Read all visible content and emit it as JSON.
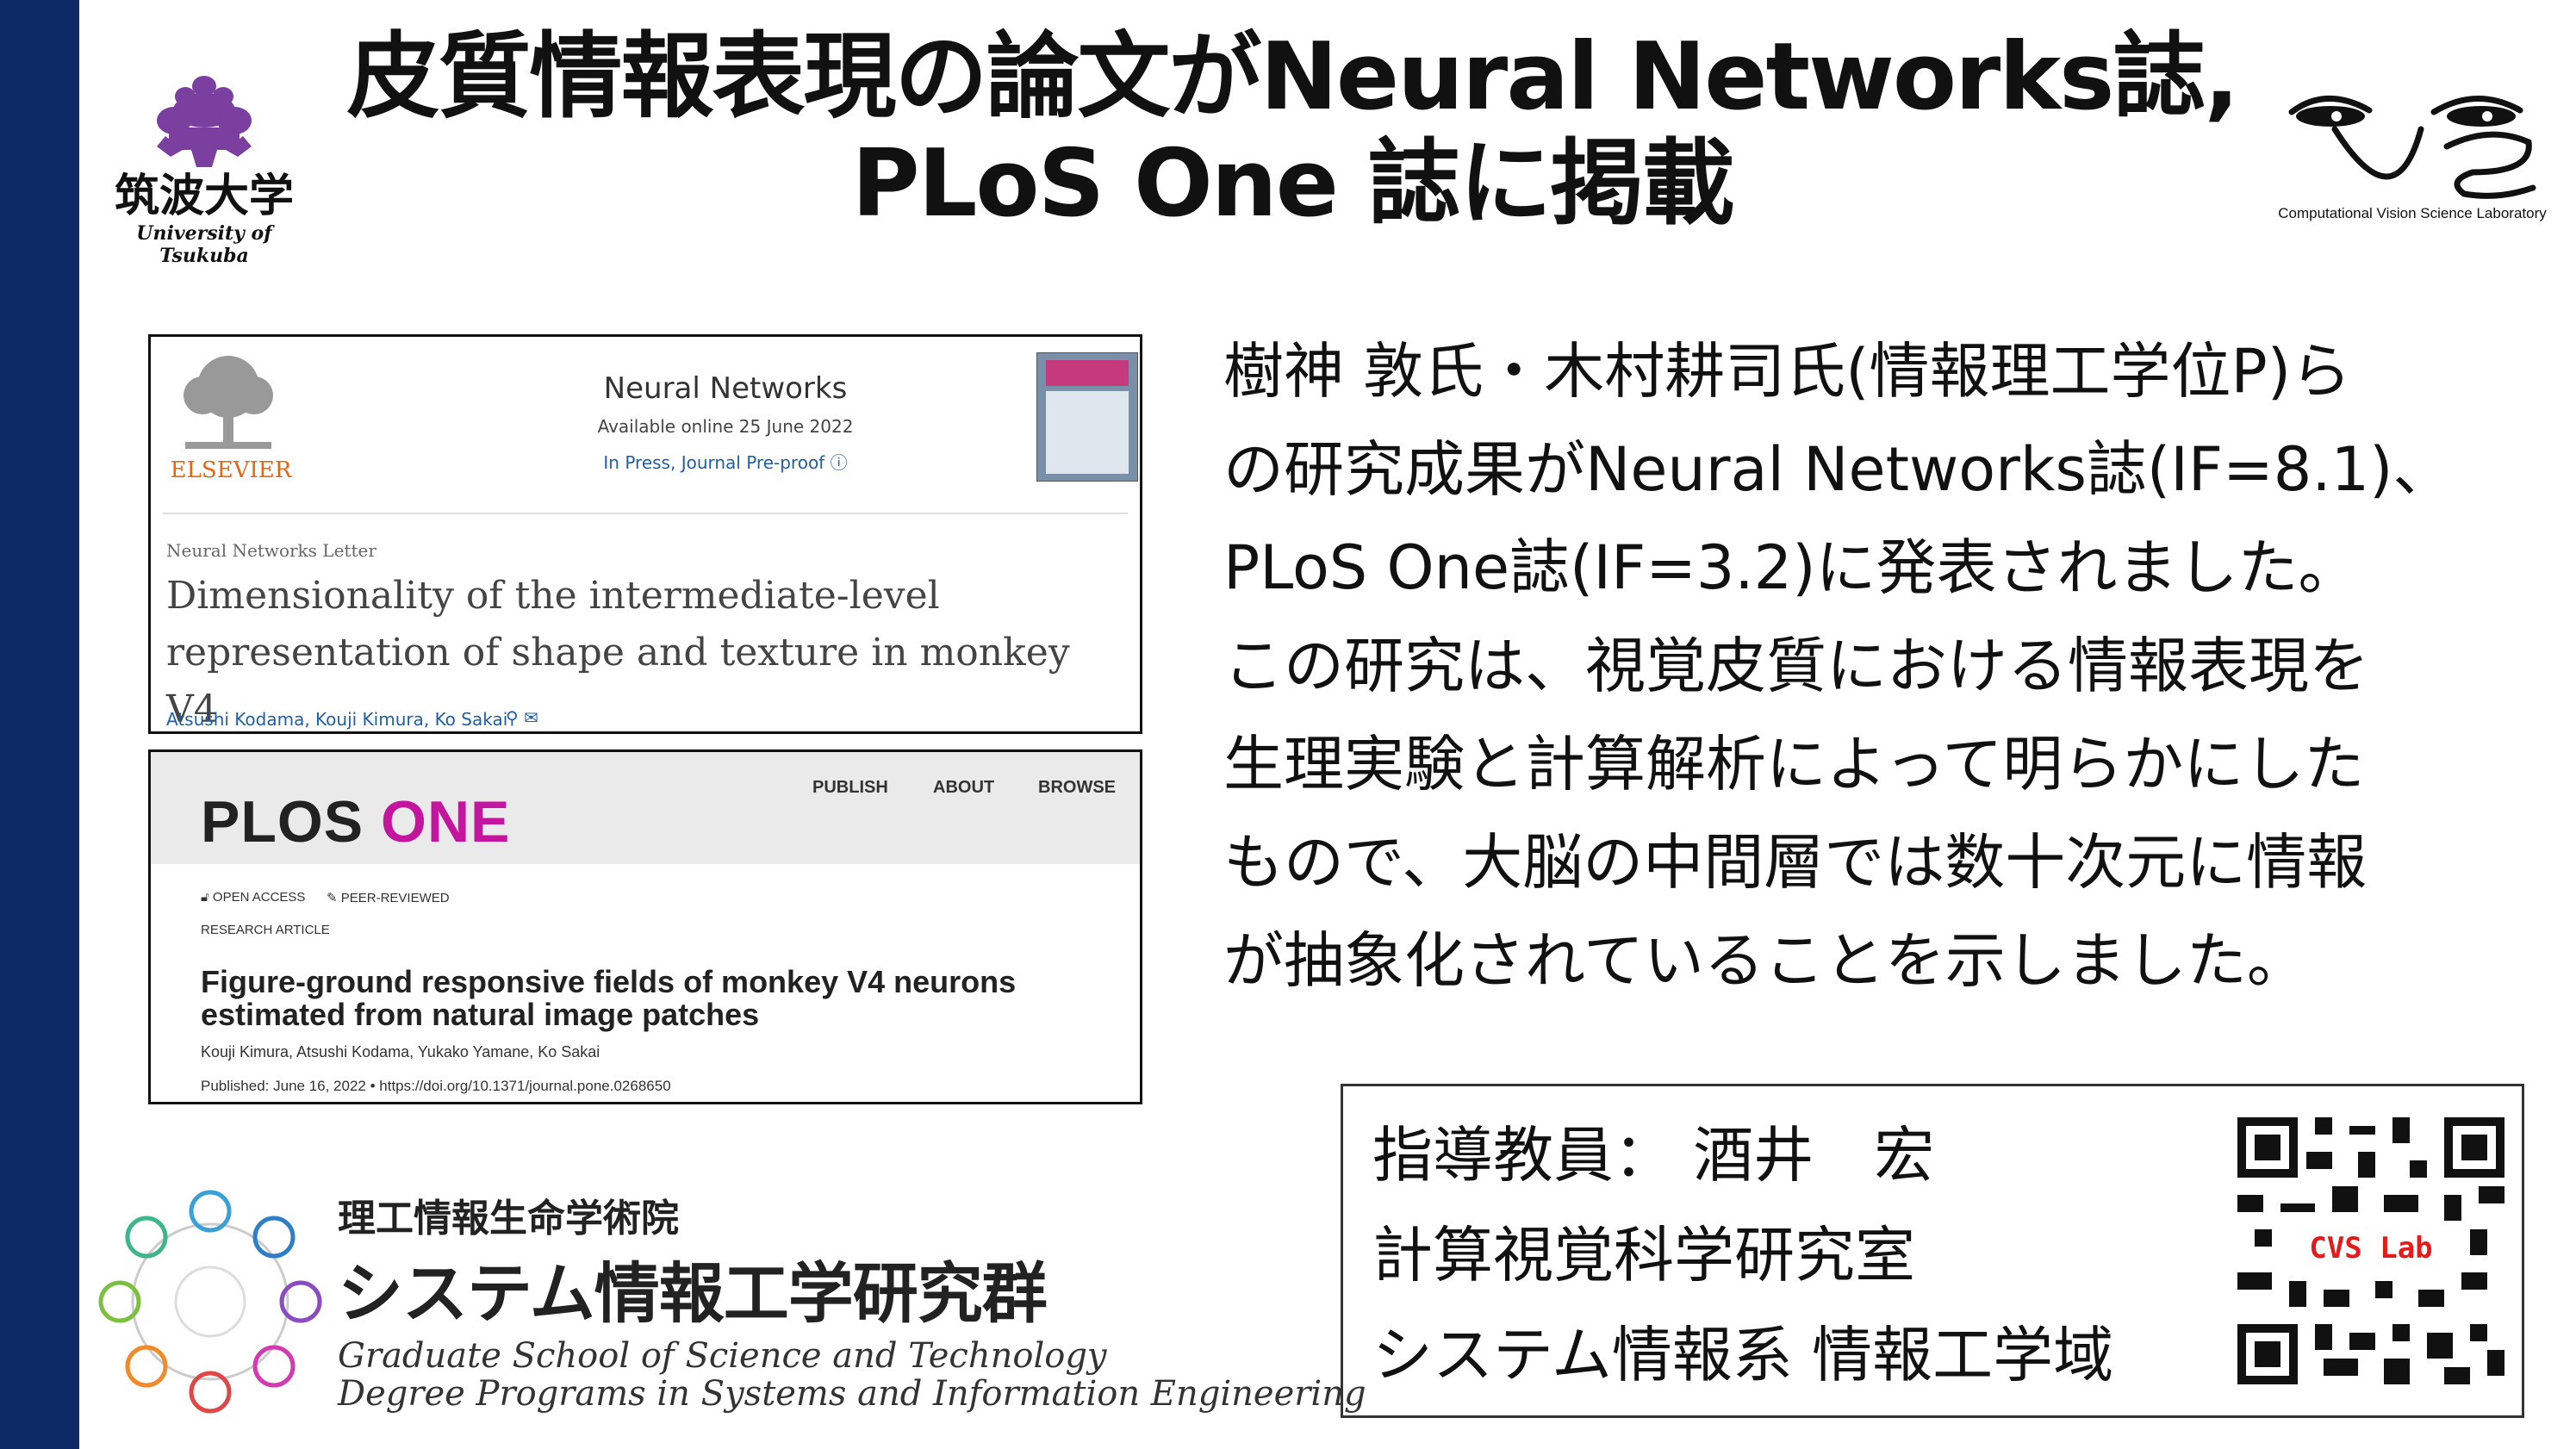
{
  "slide": {
    "title_line1": "皮質情報表現の論文がNeural Networks誌,",
    "title_line2": "PLoS One 誌に掲載"
  },
  "university": {
    "name_ja": "筑波大学",
    "name_en": "University of Tsukuba"
  },
  "lab_logo": {
    "caption": "Computational Vision Science Laboratory"
  },
  "neural_networks_card": {
    "journal": "Neural Networks",
    "available": "Available online 25 June 2022",
    "in_press": "In Press, Journal Pre-proof ⓘ",
    "publisher": "ELSEVIER",
    "category": "Neural Networks Letter",
    "article_title": "Dimensionality of the intermediate-level representation of shape and texture in monkey V4",
    "authors": "Atsushi Kodama, Kouji Kimura, Ko Sakai"
  },
  "plos_card": {
    "nav": [
      "PUBLISH",
      "ABOUT",
      "BROWSE"
    ],
    "logo_plos": "PLOS",
    "logo_one": "ONE",
    "open_access": "OPEN ACCESS",
    "peer_reviewed": "PEER-REVIEWED",
    "article_type": "RESEARCH ARTICLE",
    "article_title": "Figure-ground responsive fields of monkey V4 neurons estimated from natural image patches",
    "authors": "Kouji Kimura, Atsushi Kodama, Yukako Yamane, Ko Sakai",
    "published": "Published: June 16, 2022 • https://doi.org/10.1371/journal.pone.0268650"
  },
  "description_lines": [
    "樹神 敦氏・木村耕司氏(情報理工学位P)ら",
    "の研究成果がNeural Networks誌(IF=8.1)、",
    "PLoS One誌(IF=3.2)に発表されました。",
    "この研究は、視覚皮質における情報表現を",
    "生理実験と計算解析によって明らかにした",
    "もので、大脳の中間層では数十次元に情報",
    "が抽象化されていることを示しました。"
  ],
  "advisor": {
    "line1": "指導教員： 酒井　宏",
    "line2": "計算視覚科学研究室",
    "line3": "システム情報系 情報工学域",
    "qr_label": "CVS Lab"
  },
  "school": {
    "ja_small": "理工情報生命学術院",
    "ja_big": "システム情報工学研究群",
    "en_line1": "Graduate School of Science and Technology",
    "en_line2": "Degree Programs in Systems and Information Engineering"
  },
  "colors": {
    "sidebar": "#0d2a66",
    "plos_one": "#c4159f",
    "elsevier": "#e8660e",
    "link": "#1f5fa8",
    "tsukuba_purple": "#7b3fa0"
  }
}
